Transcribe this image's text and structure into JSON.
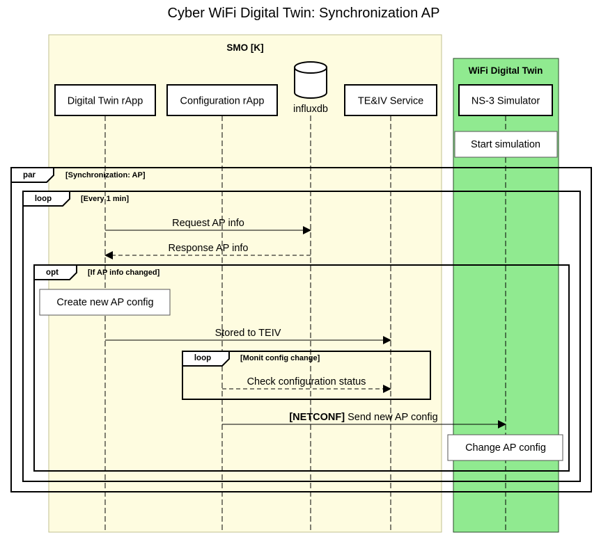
{
  "title": "Cyber WiFi Digital Twin: Synchronization AP",
  "colors": {
    "smo_fill": "#fefce0",
    "smo_stroke": "#c0c090",
    "wifi_fill": "#90ea90",
    "wifi_stroke": "#2a4a2a",
    "line": "#000000"
  },
  "groups": {
    "smo": {
      "label": "SMO [K]"
    },
    "wifi": {
      "label": "WiFi Digital Twin"
    }
  },
  "participants": [
    {
      "id": "dt",
      "label": "Digital Twin rApp",
      "icon": "box"
    },
    {
      "id": "cfg",
      "label": "Configuration rApp",
      "icon": "box"
    },
    {
      "id": "db",
      "label": "influxdb",
      "icon": "database-icon"
    },
    {
      "id": "teiv",
      "label": "TE&IV Service",
      "icon": "box"
    },
    {
      "id": "ns3",
      "label": "NS-3 Simulator",
      "icon": "box"
    }
  ],
  "notes": {
    "start_sim": "Start simulation",
    "create_cfg": "Create new AP config",
    "change_cfg": "Change AP config"
  },
  "fragments": {
    "par": {
      "tag": "par",
      "condition": "[Synchronization: AP]"
    },
    "loop_outer": {
      "tag": "loop",
      "condition": "[Every 1 min]"
    },
    "opt": {
      "tag": "opt",
      "condition": "[If AP info changed]"
    },
    "loop_inner": {
      "tag": "loop",
      "condition": "[Monit config change]"
    }
  },
  "messages": {
    "m1": {
      "text": "Request AP info",
      "from": "Digital Twin rApp",
      "to": "influxdb",
      "style": "solid"
    },
    "m2": {
      "text": "Response AP info",
      "from": "influxdb",
      "to": "Digital Twin rApp",
      "style": "dashed"
    },
    "m3": {
      "text": "Stored to TEIV",
      "from": "Digital Twin rApp",
      "to": "TE&IV Service",
      "style": "solid"
    },
    "m4": {
      "text": "Check configuration status",
      "from": "Configuration rApp",
      "to": "TE&IV Service",
      "style": "dashed"
    },
    "m5": {
      "bold": "[NETCONF]",
      "text": " Send new AP config",
      "from": "Configuration rApp",
      "to": "NS-3 Simulator",
      "style": "solid"
    }
  }
}
